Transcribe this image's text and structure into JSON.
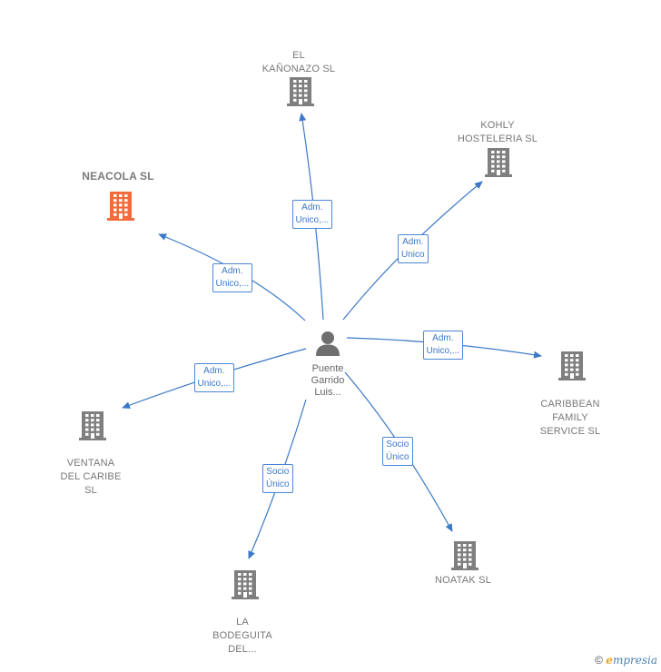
{
  "center": {
    "label": "Puente\nGarrido\nLuis..."
  },
  "nodes": [
    {
      "id": "kanonazo",
      "label": "EL\nKAÑONAZO  SL",
      "highlight": false
    },
    {
      "id": "kohly",
      "label": "KOHLY\nHOSTELERIA SL",
      "highlight": false
    },
    {
      "id": "neacola",
      "label": "NEACOLA  SL",
      "highlight": true
    },
    {
      "id": "caribbean",
      "label": "CARIBBEAN\nFAMILY\nSERVICE SL",
      "highlight": false
    },
    {
      "id": "ventana",
      "label": "VENTANA\nDEL CARIBE\nSL",
      "highlight": false
    },
    {
      "id": "noatak",
      "label": "NOATAK  SL",
      "highlight": false
    },
    {
      "id": "bodeguita",
      "label": "LA\nBODEGUITA\nDEL...",
      "highlight": false
    }
  ],
  "edges": [
    {
      "to": "kanonazo",
      "label": "Adm.\nUnico,..."
    },
    {
      "to": "kohly",
      "label": "Adm.\nUnico"
    },
    {
      "to": "neacola",
      "label": "Adm.\nUnico,..."
    },
    {
      "to": "caribbean",
      "label": "Adm.\nUnico,..."
    },
    {
      "to": "ventana",
      "label": "Adm.\nUnico,..."
    },
    {
      "to": "noatak",
      "label": "Socio\nÚnico"
    },
    {
      "to": "bodeguita",
      "label": "Socio\nÚnico"
    }
  ],
  "colors": {
    "edge": "#3b78c8",
    "building": "#7f7f7f",
    "building_highlight": "#f26b3a",
    "person": "#6f6f6f"
  },
  "footer": {
    "copyright": "©",
    "brand_initial": "e",
    "brand_rest": "mpresia"
  }
}
